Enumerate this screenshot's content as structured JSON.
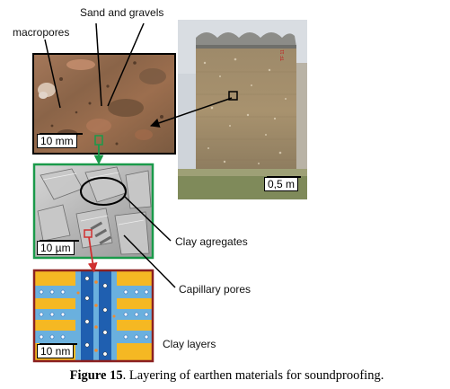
{
  "labels": {
    "sand_and_gravels": "Sand and gravels",
    "macropores": "macropores",
    "clay_agregates": "Clay agregates",
    "capillary_pores": "Capillary pores",
    "clay_layers": "Clay layers"
  },
  "scales": {
    "macro": "10 mm",
    "micro": "10 µm",
    "nano": "10 nm",
    "wall": "0,5 m"
  },
  "caption": {
    "prefix": "Figure 15",
    "text": ". Layering of earthen materials for soundproofing."
  },
  "colors": {
    "macro_border": "#000000",
    "micro_border": "#1a9a4a",
    "nano_border": "#8b2020",
    "arrow_green": "#1a9a4a",
    "arrow_red": "#d03030",
    "clay_yellow": "#f5b823",
    "clay_light_blue": "#6ab0de",
    "clay_dark_blue": "#1f5fb0"
  }
}
